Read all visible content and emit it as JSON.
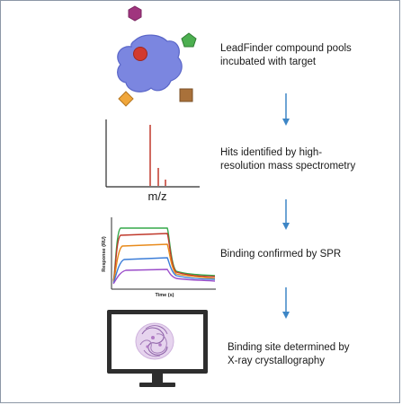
{
  "steps": [
    {
      "text": "LeadFinder compound pools\nincubated with target"
    },
    {
      "text": "Hits identified by high-\nresolution mass spectrometry"
    },
    {
      "text": "Binding confirmed by SPR"
    },
    {
      "text": "Binding site determined by\nX-ray crystallography"
    }
  ],
  "mass_spec": {
    "axis_label": "m/z"
  },
  "spr": {
    "y_label": "Response (RU)",
    "x_label": "Time (s)"
  },
  "colors": {
    "protein": "#7b86e0",
    "ligand_red": "#d23a2f",
    "hexagon": "#a0357e",
    "pentagon": "#4caf50",
    "diamond": "#f0a63a",
    "square": "#a9713a",
    "arrow": "#3d86c6",
    "spectrum_peak": "#c0392b",
    "monitor": "#2e2e2e",
    "spr_curves": [
      "#35a84a",
      "#c0392b",
      "#e88a1a",
      "#3b7dd8",
      "#9b4dca"
    ]
  }
}
